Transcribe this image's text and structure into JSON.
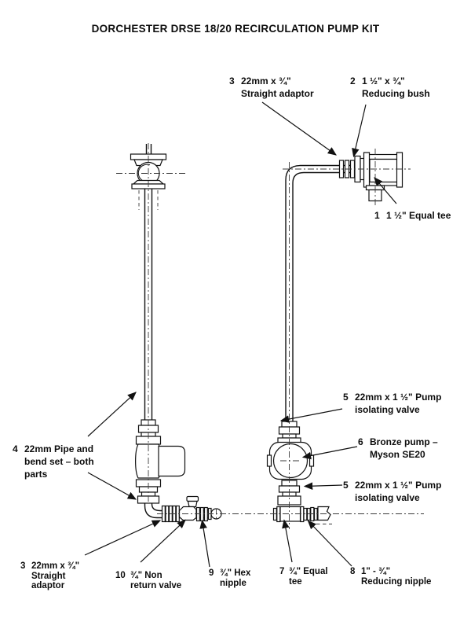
{
  "title": "DORCHESTER DRSE 18/20 RECIRCULATION PUMP KIT",
  "parts": {
    "p1": {
      "num": "1",
      "lines": [
        "1 ½\" Equal tee"
      ]
    },
    "p2": {
      "num": "2",
      "lines": [
        "1 ½\" x ¾\"",
        "Reducing bush"
      ]
    },
    "p3_top": {
      "num": "3",
      "lines": [
        "22mm x ¾\"",
        "Straight adaptor"
      ]
    },
    "p3_bottom": {
      "num": "3",
      "lines": [
        "22mm x ¾\"",
        "Straight",
        "adaptor"
      ]
    },
    "p4": {
      "num": "4",
      "lines": [
        "22mm Pipe and",
        "bend set – both",
        "parts"
      ]
    },
    "p5_top": {
      "num": "5",
      "lines": [
        "22mm x 1 ½\" Pump",
        "isolating valve"
      ]
    },
    "p5_bottom": {
      "num": "5",
      "lines": [
        "22mm x 1 ½\" Pump",
        "isolating valve"
      ]
    },
    "p6": {
      "num": "6",
      "lines": [
        "Bronze pump –",
        "Myson SE20"
      ]
    },
    "p7": {
      "num": "7",
      "lines": [
        "¾\" Equal",
        "tee"
      ]
    },
    "p8": {
      "num": "8",
      "lines": [
        "1\" - ¾\"",
        "Reducing nipple"
      ]
    },
    "p9": {
      "num": "9",
      "lines": [
        "¾\" Hex",
        "nipple"
      ]
    },
    "p10": {
      "num": "10",
      "lines": [
        "¾\" Non",
        "return valve"
      ]
    }
  },
  "colors": {
    "ink": "#111111",
    "centerline": "#3a3a3a",
    "background": "#ffffff"
  }
}
